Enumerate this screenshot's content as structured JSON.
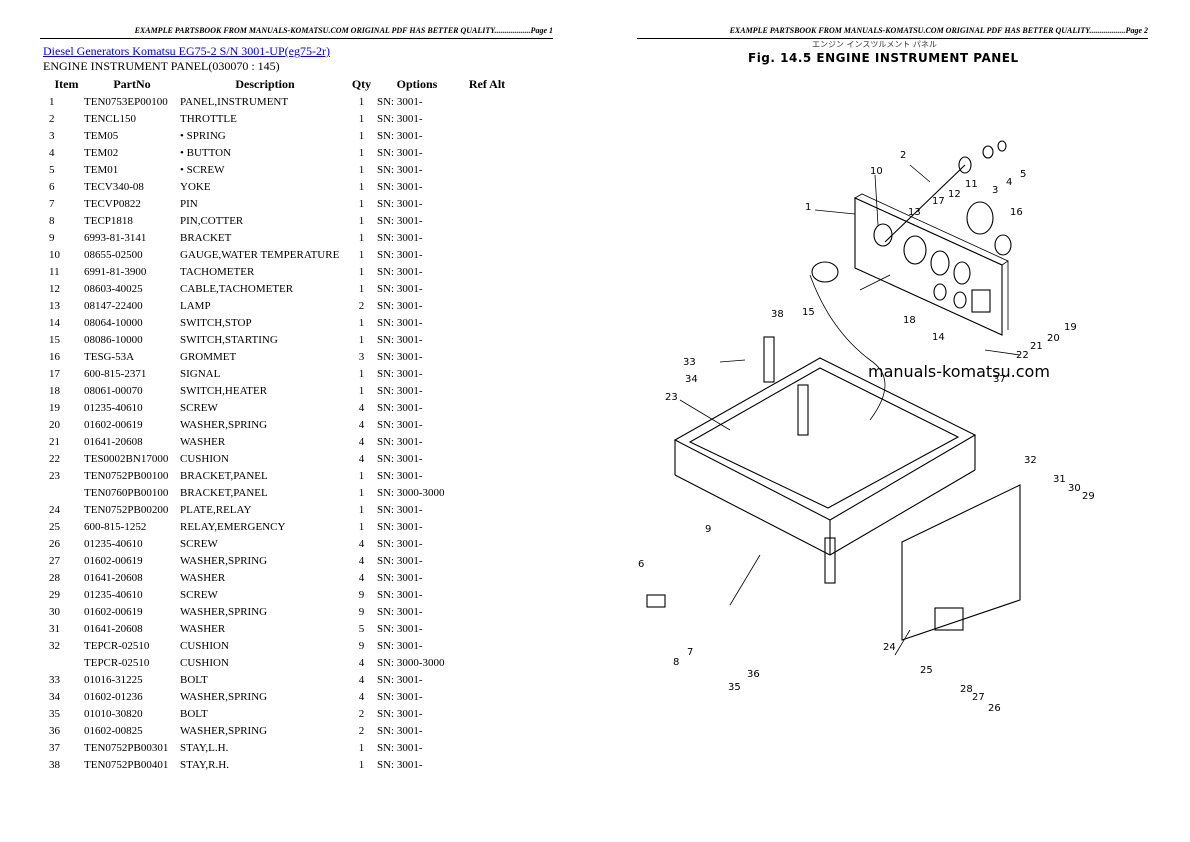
{
  "page1_header": "EXAMPLE PARTSBOOK FROM MANUALS-KOMATSU.COM ORIGINAL PDF HAS BETTER QUALITY..................Page 1",
  "page2_header": "EXAMPLE PARTSBOOK FROM MANUALS-KOMATSU.COM ORIGINAL PDF HAS BETTER QUALITY..................Page 2",
  "doc_link": "Diesel Generators Komatsu EG75-2 S/N 3001-UP(eg75-2r)",
  "section_title": "ENGINE INSTRUMENT PANEL(030070 : 145)",
  "columns": {
    "item": "Item",
    "partno": "PartNo",
    "description": "Description",
    "qty": "Qty",
    "options": "Options",
    "refalt": "Ref Alt"
  },
  "parts": [
    {
      "item": "1",
      "partno": "TEN0753EP00100",
      "desc": "PANEL,INSTRUMENT",
      "qty": "1",
      "opt": "SN: 3001-"
    },
    {
      "item": "2",
      "partno": "TENCL150",
      "desc": "THROTTLE",
      "qty": "1",
      "opt": "SN: 3001-"
    },
    {
      "item": "3",
      "partno": "TEM05",
      "desc": "• SPRING",
      "qty": "1",
      "opt": "SN: 3001-"
    },
    {
      "item": "4",
      "partno": "TEM02",
      "desc": "• BUTTON",
      "qty": "1",
      "opt": "SN: 3001-"
    },
    {
      "item": "5",
      "partno": "TEM01",
      "desc": "• SCREW",
      "qty": "1",
      "opt": "SN: 3001-"
    },
    {
      "item": "6",
      "partno": "TECV340-08",
      "desc": "YOKE",
      "qty": "1",
      "opt": "SN: 3001-"
    },
    {
      "item": "7",
      "partno": "TECVP0822",
      "desc": "PIN",
      "qty": "1",
      "opt": "SN: 3001-"
    },
    {
      "item": "8",
      "partno": "TECP1818",
      "desc": "PIN,COTTER",
      "qty": "1",
      "opt": "SN: 3001-"
    },
    {
      "item": "9",
      "partno": "6993-81-3141",
      "desc": "BRACKET",
      "qty": "1",
      "opt": "SN: 3001-"
    },
    {
      "item": "10",
      "partno": "08655-02500",
      "desc": "GAUGE,WATER TEMPERATURE",
      "qty": "1",
      "opt": "SN: 3001-"
    },
    {
      "item": "11",
      "partno": "6991-81-3900",
      "desc": "TACHOMETER",
      "qty": "1",
      "opt": "SN: 3001-"
    },
    {
      "item": "12",
      "partno": "08603-40025",
      "desc": "CABLE,TACHOMETER",
      "qty": "1",
      "opt": "SN: 3001-"
    },
    {
      "item": "13",
      "partno": "08147-22400",
      "desc": "LAMP",
      "qty": "2",
      "opt": "SN: 3001-"
    },
    {
      "item": "14",
      "partno": "08064-10000",
      "desc": "SWITCH,STOP",
      "qty": "1",
      "opt": "SN: 3001-"
    },
    {
      "item": "15",
      "partno": "08086-10000",
      "desc": "SWITCH,STARTING",
      "qty": "1",
      "opt": "SN: 3001-"
    },
    {
      "item": "16",
      "partno": "TESG-53A",
      "desc": "GROMMET",
      "qty": "3",
      "opt": "SN: 3001-"
    },
    {
      "item": "17",
      "partno": "600-815-2371",
      "desc": "SIGNAL",
      "qty": "1",
      "opt": "SN: 3001-"
    },
    {
      "item": "18",
      "partno": "08061-00070",
      "desc": "SWITCH,HEATER",
      "qty": "1",
      "opt": "SN: 3001-"
    },
    {
      "item": "19",
      "partno": "01235-40610",
      "desc": "SCREW",
      "qty": "4",
      "opt": "SN: 3001-"
    },
    {
      "item": "20",
      "partno": "01602-00619",
      "desc": "WASHER,SPRING",
      "qty": "4",
      "opt": "SN: 3001-"
    },
    {
      "item": "21",
      "partno": "01641-20608",
      "desc": "WASHER",
      "qty": "4",
      "opt": "SN: 3001-"
    },
    {
      "item": "22",
      "partno": "TES0002BN17000",
      "desc": "CUSHION",
      "qty": "4",
      "opt": "SN: 3001-"
    },
    {
      "item": "23",
      "partno": "TEN0752PB00100",
      "desc": "BRACKET,PANEL",
      "qty": "1",
      "opt": "SN: 3001-"
    },
    {
      "item": "",
      "partno": "TEN0760PB00100",
      "desc": "BRACKET,PANEL",
      "qty": "1",
      "opt": "SN: 3000-3000"
    },
    {
      "item": "24",
      "partno": "TEN0752PB00200",
      "desc": "PLATE,RELAY",
      "qty": "1",
      "opt": "SN: 3001-"
    },
    {
      "item": "25",
      "partno": "600-815-1252",
      "desc": "RELAY,EMERGENCY",
      "qty": "1",
      "opt": "SN: 3001-"
    },
    {
      "item": "26",
      "partno": "01235-40610",
      "desc": "SCREW",
      "qty": "4",
      "opt": "SN: 3001-"
    },
    {
      "item": "27",
      "partno": "01602-00619",
      "desc": "WASHER,SPRING",
      "qty": "4",
      "opt": "SN: 3001-"
    },
    {
      "item": "28",
      "partno": "01641-20608",
      "desc": "WASHER",
      "qty": "4",
      "opt": "SN: 3001-"
    },
    {
      "item": "29",
      "partno": "01235-40610",
      "desc": "SCREW",
      "qty": "9",
      "opt": "SN: 3001-"
    },
    {
      "item": "30",
      "partno": "01602-00619",
      "desc": "WASHER,SPRING",
      "qty": "9",
      "opt": "SN: 3001-"
    },
    {
      "item": "31",
      "partno": "01641-20608",
      "desc": "WASHER",
      "qty": "5",
      "opt": "SN: 3001-"
    },
    {
      "item": "32",
      "partno": "TEPCR-02510",
      "desc": "CUSHION",
      "qty": "9",
      "opt": "SN: 3001-"
    },
    {
      "item": "",
      "partno": "TEPCR-02510",
      "desc": "CUSHION",
      "qty": "4",
      "opt": "SN: 3000-3000"
    },
    {
      "item": "33",
      "partno": "01016-31225",
      "desc": "BOLT",
      "qty": "4",
      "opt": "SN: 3001-"
    },
    {
      "item": "34",
      "partno": "01602-01236",
      "desc": "WASHER,SPRING",
      "qty": "4",
      "opt": "SN: 3001-"
    },
    {
      "item": "35",
      "partno": "01010-30820",
      "desc": "BOLT",
      "qty": "2",
      "opt": "SN: 3001-"
    },
    {
      "item": "36",
      "partno": "01602-00825",
      "desc": "WASHER,SPRING",
      "qty": "2",
      "opt": "SN: 3001-"
    },
    {
      "item": "37",
      "partno": "TEN0752PB00301",
      "desc": "STAY,L.H.",
      "qty": "1",
      "opt": "SN: 3001-"
    },
    {
      "item": "38",
      "partno": "TEN0752PB00401",
      "desc": "STAY,R.H.",
      "qty": "1",
      "opt": "SN: 3001-"
    }
  ],
  "figure": {
    "title": "Fig. 14.5   ENGINE INSTRUMENT PANEL",
    "jp_title": "エンジン インスツルメント パネル",
    "watermark": "manuals-komatsu.com",
    "callouts": [
      "1",
      "2",
      "3",
      "4",
      "5",
      "6",
      "7",
      "8",
      "9",
      "10",
      "11",
      "12",
      "13",
      "14",
      "15",
      "16",
      "17",
      "18",
      "19",
      "20",
      "21",
      "22",
      "23",
      "24",
      "25",
      "26",
      "27",
      "28",
      "29",
      "30",
      "31",
      "32",
      "33",
      "34",
      "35",
      "36",
      "37",
      "38"
    ]
  }
}
